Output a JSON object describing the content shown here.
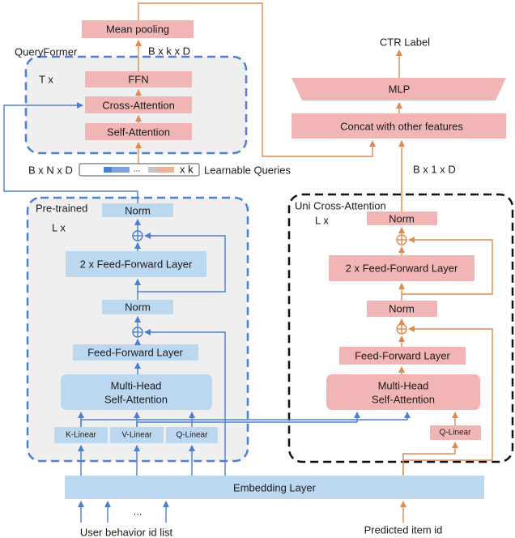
{
  "querying": {
    "panel_title": "QueryFormer",
    "repeat": "T x",
    "mean_pooling": "Mean pooling",
    "ffn": "FFN",
    "cross_attention": "Cross-Attention",
    "self_attention": "Self-Attention",
    "dim_top": "B x k x D",
    "dim_left": "B x N x D",
    "queries_ellipsis": "...",
    "queries_k": "x k",
    "learnable_queries": "Learnable Queries"
  },
  "pretrained": {
    "panel_title": "Pre-trained",
    "repeat": "L x",
    "norm_top": "Norm",
    "ff2x": "2 x Feed-Forward Layer",
    "norm_mid": "Norm",
    "ff": "Feed-Forward Layer",
    "mhsa_line1": "Multi-Head",
    "mhsa_line2": "Self-Attention",
    "k_linear": "K-Linear",
    "v_linear": "V-Linear",
    "q_linear": "Q-Linear"
  },
  "uni": {
    "panel_title": "Uni Cross-Attention",
    "repeat": "L x",
    "norm_top": "Norm",
    "ff2x": "2 x Feed-Forward Layer",
    "norm_mid": "Norm",
    "ff": "Feed-Forward Layer",
    "mhsa_line1": "Multi-Head",
    "mhsa_line2": "Self-Attention",
    "q_linear": "Q-Linear"
  },
  "top_right": {
    "ctr_label": "CTR Label",
    "mlp": "MLP",
    "concat": "Concat with other features",
    "dim": "B x 1 x D"
  },
  "bottom": {
    "embedding": "Embedding Layer",
    "ellipsis": "...",
    "user_behavior": "User behavior id list",
    "predicted_item": "Predicted item id"
  },
  "colors": {
    "blue_box": "#bcd7f0",
    "pink_box": "#f2b5b5",
    "blue_line": "#4a7fd4",
    "orange_line": "#e08a4e"
  }
}
